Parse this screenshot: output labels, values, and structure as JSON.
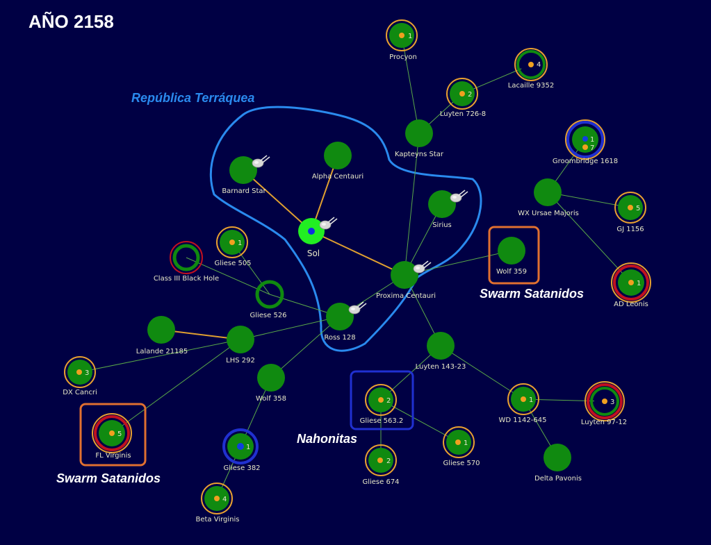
{
  "title": "AÑO 2158",
  "colors": {
    "background": "#000044",
    "system": "#108a10",
    "home_system": "#22ee22",
    "orange_ring": "#e8a030",
    "red_ring": "#c01020",
    "blue_ring": "#2030d0",
    "terran_border": "#2a8aee",
    "orange_lane": "#e0a030",
    "green_lane": "#5aa848"
  },
  "regions": {
    "republica": "República Terráquea",
    "swarm_1": "Swarm Satanidos",
    "swarm_2": "Swarm Satanidos",
    "nahonitas": "Nahonitas"
  },
  "systems": {
    "procyon": {
      "name": "Procyon",
      "count": "1"
    },
    "lacaille": {
      "name": "Lacaille 9352",
      "count": "4"
    },
    "luyten726": {
      "name": "Luyten 726-8",
      "count": "2"
    },
    "kapteyn": {
      "name": "Kapteyns Star"
    },
    "groombridge": {
      "name": "Groombridge 1618",
      "count": "1",
      "count2": "7"
    },
    "barnard": {
      "name": "Barnard Star"
    },
    "alpha": {
      "name": "Alpha Centauri"
    },
    "sol": {
      "name": "Sol"
    },
    "sirius": {
      "name": "Sirius"
    },
    "wx": {
      "name": "WX Ursae Majoris"
    },
    "gj1156": {
      "name": "GJ 1156",
      "count": "5"
    },
    "wolf359": {
      "name": "Wolf 359"
    },
    "adleonis": {
      "name": "AD Leonis",
      "count": "1"
    },
    "proxima": {
      "name": "Proxima Centauri"
    },
    "gliese505": {
      "name": "Gliese 505",
      "count": "1"
    },
    "blackhole": {
      "name": "Class III Black Hole"
    },
    "gliese526": {
      "name": "Gliese 526"
    },
    "ross128": {
      "name": "Ross 128"
    },
    "lalande": {
      "name": "Lalande 21185"
    },
    "lhs292": {
      "name": "LHS 292"
    },
    "dxcancri": {
      "name": "DX Cancri",
      "count": "3"
    },
    "wolf358": {
      "name": "Wolf 358"
    },
    "luyten143": {
      "name": "Luyten 143-23"
    },
    "gliese563": {
      "name": "Gliese 563.2",
      "count": "2"
    },
    "wd1142": {
      "name": "WD 1142-645",
      "count": "1"
    },
    "luyten97": {
      "name": "Luyten 97-12",
      "count": "3"
    },
    "flvirginis": {
      "name": "FL Virginis",
      "count": "5"
    },
    "gliese382": {
      "name": "Gliese 382",
      "count": "1"
    },
    "gliese570": {
      "name": "Gliese 570",
      "count": "1"
    },
    "gliese674": {
      "name": "Gliese 674",
      "count": "2"
    },
    "deltapavonis": {
      "name": "Delta Pavonis"
    },
    "betavirginis": {
      "name": "Beta Virginis",
      "count": "4"
    }
  }
}
